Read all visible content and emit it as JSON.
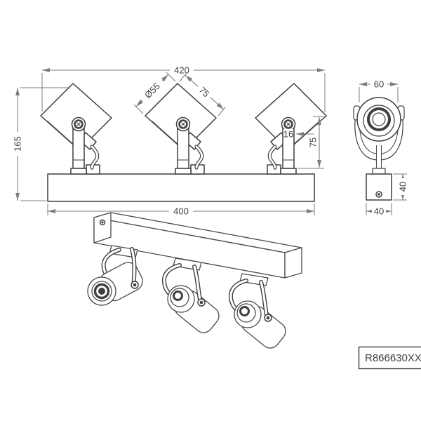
{
  "drawing_type": "luminaire dimension drawing",
  "product_code": "R866630XX",
  "views": {
    "front": {
      "total_width": "420",
      "total_height": "165",
      "bar_length": "400",
      "head_diameter": "Ø55",
      "head_length": "75",
      "stem_width": "16",
      "stem_height": "75"
    },
    "side": {
      "head_width": "60",
      "base_height": "40",
      "base_width": "40"
    }
  },
  "colors": {
    "background": "#ffffff",
    "object_line": "#3f3f3f",
    "dimension_line": "#7d7d7d",
    "text": "#3f3f3f"
  }
}
